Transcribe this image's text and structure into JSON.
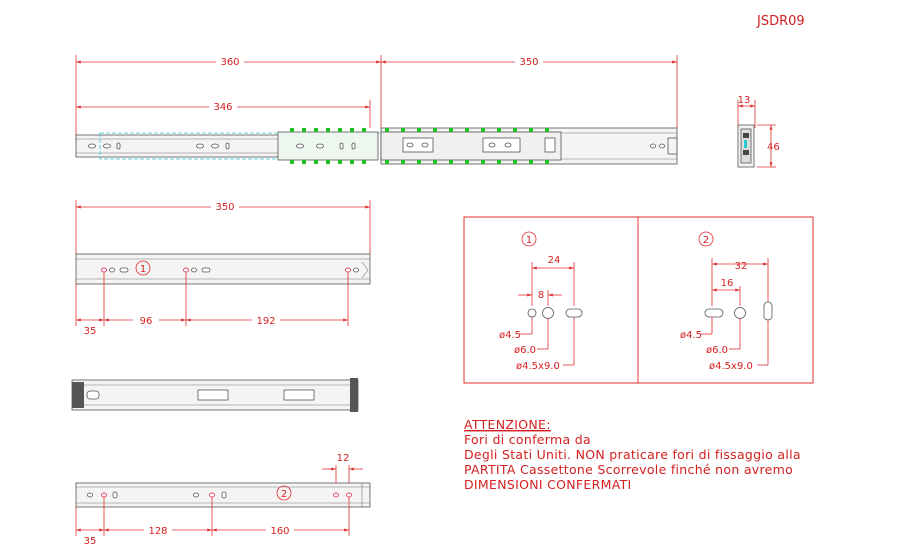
{
  "drawing_code": "JSDR09",
  "top_view": {
    "dims": {
      "total_closed": "360",
      "extension": "350",
      "inner": "346",
      "side_width": "13",
      "side_height": "46"
    }
  },
  "member1": {
    "length": "350",
    "marker": "1",
    "dims": {
      "offset": "35",
      "spacing_a": "96",
      "spacing_b": "192"
    }
  },
  "member2": {
    "marker": "2",
    "dims": {
      "offset": "35",
      "spacing_a": "128",
      "spacing_b": "160",
      "small": "12"
    }
  },
  "detail1": {
    "marker": "1",
    "dims": {
      "outer": "24",
      "inner": "8"
    },
    "labels": {
      "hole_small": "ø4.5",
      "hole_med": "ø6.0",
      "slot": "ø4.5x9.0"
    }
  },
  "detail2": {
    "marker": "2",
    "dims": {
      "outer": "32",
      "inner": "16"
    },
    "labels": {
      "hole_small": "ø4.5",
      "hole_med": "ø6.0",
      "slot": "ø4.5x9.0"
    }
  },
  "note": {
    "title": "ATTENZIONE:",
    "lines": [
      "Fori di conferma da",
      "Degli Stati Uniti. NON praticare fori di fissaggio alla",
      "PARTITA Cassettone Scorrevole finché non avremo",
      "DIMENSIONI CONFERMATI"
    ]
  }
}
